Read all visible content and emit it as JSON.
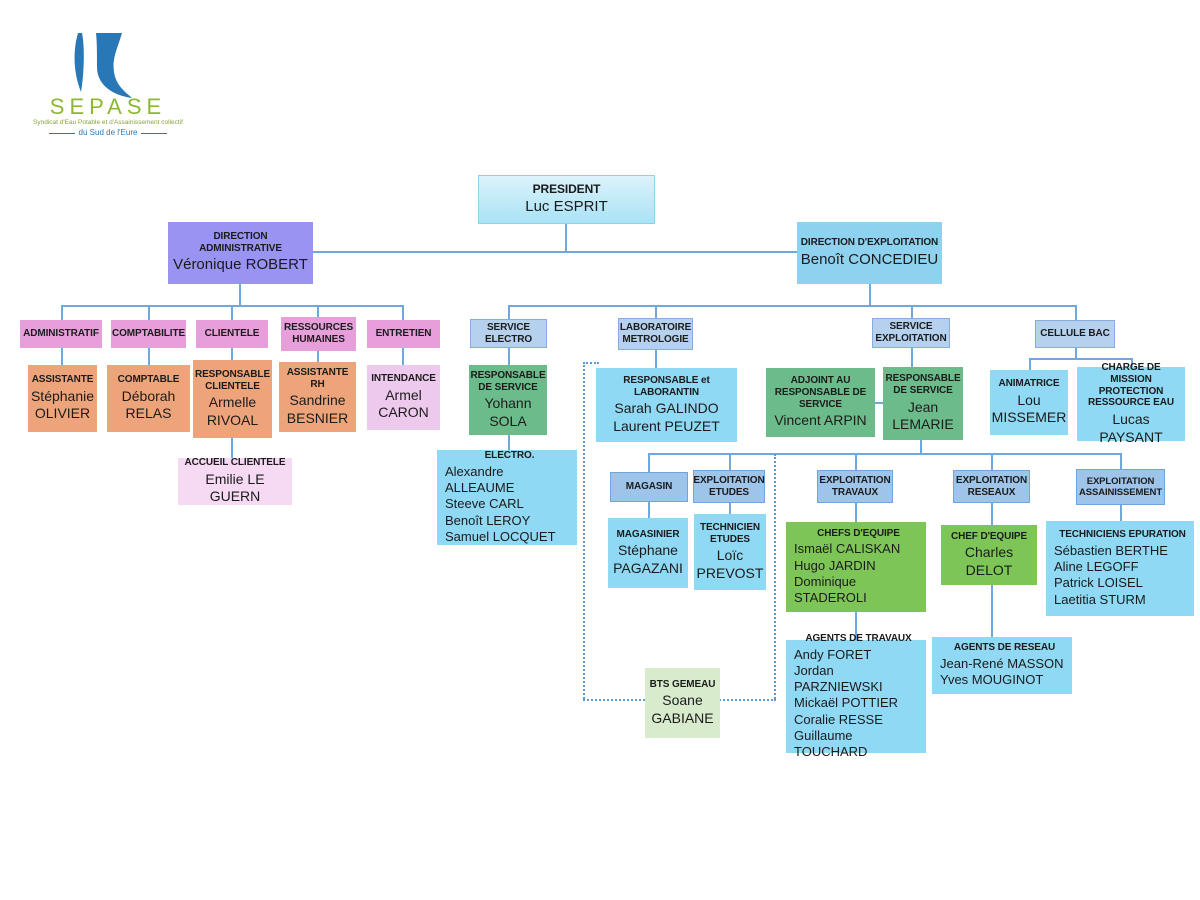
{
  "logo": {
    "name": "SEPASE",
    "subtitle1": "Syndicat d'Eau Potable et d'Assainissement collectif",
    "subtitle2": "du Sud de l'Eure"
  },
  "palette": {
    "president_fill": "#c3eaf8",
    "direction_admin_fill": "#9993f1",
    "direction_exploitation_fill": "#8ed2f0",
    "department_pink": "#e79fdb",
    "staff_orange": "#eea47a",
    "intendance_lavender": "#edc9ed",
    "accueil_pink": "#f6d9f3",
    "service_header_blue": "#b5d1ee",
    "sub_header_blue": "#9ec4e9",
    "responsable_green": "#6cbc8b",
    "chef_green": "#7ec558",
    "staff_lightblue": "#8fd9f4",
    "bts_lightgreen": "#d8eccd",
    "connector_blue": "#6fa8dc"
  },
  "boxes": {
    "president": {
      "title": "PRESIDENT",
      "names": [
        "Luc ESPRIT"
      ]
    },
    "dir_admin": {
      "title": "DIRECTION ADMINISTRATIVE",
      "names": [
        "Véronique ROBERT"
      ]
    },
    "dir_exploit": {
      "title": "DIRECTION D'EXPLOITATION",
      "names": [
        "Benoît CONCEDIEU"
      ]
    },
    "administratif": {
      "title": "ADMINISTRATIF",
      "names": []
    },
    "comptabilite": {
      "title": "COMPTABILITE",
      "names": []
    },
    "clientele": {
      "title": "CLIENTELE",
      "names": []
    },
    "rh": {
      "title": "RESSOURCES HUMAINES",
      "names": []
    },
    "entretien": {
      "title": "ENTRETIEN",
      "names": []
    },
    "assistante": {
      "title": "ASSISTANTE",
      "names": [
        "Stéphanie OLIVIER"
      ]
    },
    "comptable": {
      "title": "COMPTABLE",
      "names": [
        "Déborah RELAS"
      ]
    },
    "resp_clientele": {
      "title": "RESPONSABLE CLIENTELE",
      "names": [
        "Armelle RIVOAL"
      ]
    },
    "assistante_rh": {
      "title": "ASSISTANTE RH",
      "names": [
        "Sandrine BESNIER"
      ]
    },
    "intendance": {
      "title": "INTENDANCE",
      "names": [
        "Armel CARON"
      ]
    },
    "accueil": {
      "title": "ACCUEIL CLIENTELE",
      "names": [
        "Emilie LE GUERN"
      ]
    },
    "service_electro": {
      "title": "SERVICE ELECTRO",
      "names": []
    },
    "resp_electro": {
      "title": "RESPONSABLE DE SERVICE",
      "names": [
        "Yohann SOLA"
      ]
    },
    "electro": {
      "title": "ELECTRO.",
      "names": [
        "Alexandre ALLEAUME",
        "Steeve CARL",
        "Benoît LEROY",
        "Samuel LOCQUET"
      ]
    },
    "lab_metrologie": {
      "title": "LABORATOIRE METROLOGIE",
      "names": []
    },
    "resp_laborantin": {
      "title": "RESPONSABLE et LABORANTIN",
      "names": [
        "Sarah GALINDO",
        "Laurent PEUZET"
      ]
    },
    "adjoint": {
      "title": "ADJOINT AU RESPONSABLE DE SERVICE",
      "names": [
        "Vincent ARPIN"
      ]
    },
    "service_exploitation": {
      "title": "SERVICE EXPLOITATION",
      "names": []
    },
    "resp_exploitation": {
      "title": "RESPONSABLE DE SERVICE",
      "names": [
        "Jean LEMARIE"
      ]
    },
    "cellule_bac": {
      "title": "CELLULE BAC",
      "names": []
    },
    "animatrice": {
      "title": "ANIMATRICE",
      "names": [
        "Lou MISSEMER"
      ]
    },
    "charge_mission": {
      "title": "CHARGE DE MISSION PROTECTION RESSOURCE EAU",
      "names": [
        "Lucas PAYSANT"
      ]
    },
    "magasin": {
      "title": "MAGASIN",
      "names": []
    },
    "expl_etudes": {
      "title": "EXPLOITATION ETUDES",
      "names": []
    },
    "expl_travaux": {
      "title": "EXPLOITATION TRAVAUX",
      "names": []
    },
    "expl_reseaux": {
      "title": "EXPLOITATION RESEAUX",
      "names": []
    },
    "expl_assainissement": {
      "title": "EXPLOITATION ASSAINISSEMENT",
      "names": []
    },
    "magasinier": {
      "title": "MAGASINIER",
      "names": [
        "Stéphane PAGAZANI"
      ]
    },
    "tech_etudes": {
      "title": "TECHNICIEN ETUDES",
      "names": [
        "Loïc PREVOST"
      ]
    },
    "chefs_equipe": {
      "title": "CHEFS  D'EQUIPE",
      "names": [
        "Ismaël CALISKAN",
        "Hugo JARDIN",
        "Dominique STADEROLI"
      ]
    },
    "chef_equipe": {
      "title": "CHEF D'EQUIPE",
      "names": [
        "Charles DELOT"
      ]
    },
    "tech_epuration": {
      "title": "TECHNICIENS  EPURATION",
      "names": [
        "Sébastien BERTHE",
        "Aline LEGOFF",
        "Patrick LOISEL",
        "Laetitia STURM"
      ]
    },
    "agents_travaux": {
      "title": "AGENTS DE TRAVAUX",
      "names": [
        "Andy FORET",
        "Jordan PARZNIEWSKI",
        "Mickaël POTTIER",
        "Coralie RESSE",
        "Guillaume TOUCHARD"
      ]
    },
    "agents_reseau": {
      "title": "AGENTS DE RESEAU",
      "names": [
        "Jean-René MASSON",
        "Yves MOUGINOT"
      ]
    },
    "bts_gemeau": {
      "title": "BTS GEMEAU",
      "names": [
        "Soane GABIANE"
      ]
    }
  }
}
